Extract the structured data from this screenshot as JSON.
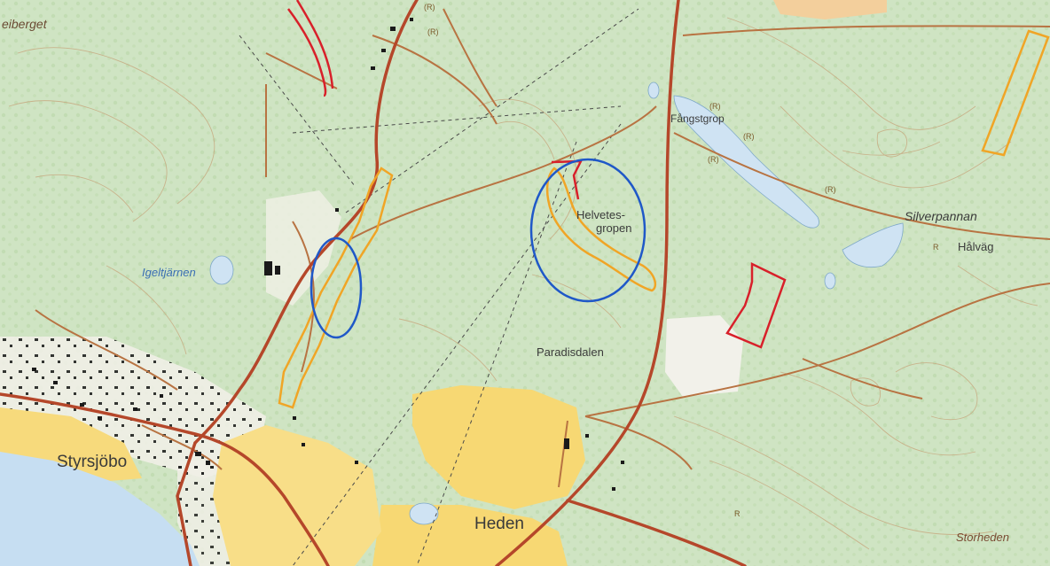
{
  "map": {
    "colors": {
      "forest": "#cfe4c3",
      "forest_dark": "#bcd9ae",
      "open_land": "#f3f0e6",
      "field": "#f7d873",
      "lake": "#cfe3f3",
      "sea": "#c6def2",
      "settlement": "#f3cf9c",
      "main_road": "#b5472a",
      "minor_road": "#b87342",
      "contour": "#c7a77e",
      "power_line": "#4a4a4a",
      "highlight_blue": "#1f58c8",
      "outline_orange": "#f0a526",
      "outline_red": "#d8202a",
      "building": "#1a1a1a"
    },
    "labels": {
      "heiberget": "eiberget",
      "igeltjarnen": "Igeltjärnen",
      "helvetesgropen_1": "Helvetes-",
      "helvetesgropen_2": "gropen",
      "fangstgrop": "Fångstgrop",
      "silverpannan": "Silverpannan",
      "halvag": "Hålväg",
      "paradisdalen": "Paradisdalen",
      "styrsjobo": "Styrsjöbo",
      "heden": "Heden",
      "storheden": "Storheden"
    },
    "relic_marker": "(R)",
    "relic_marker_short": "R"
  }
}
